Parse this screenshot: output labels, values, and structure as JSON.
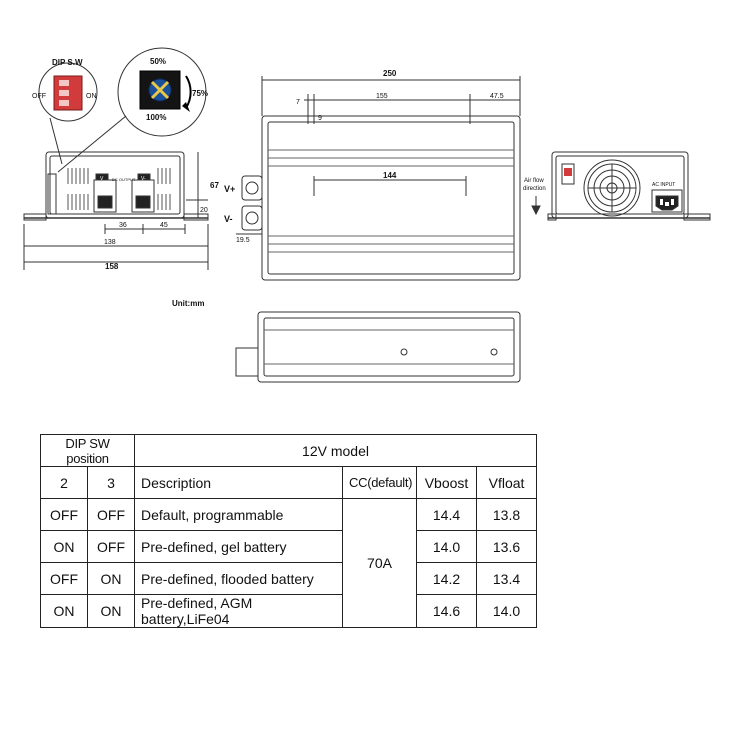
{
  "drawing": {
    "dip_title": "DIP S.W",
    "dip_off": "OFF",
    "dip_on": "ON",
    "knob_50": "50%",
    "knob_75": "75%",
    "knob_100": "100%",
    "dim_250": "250",
    "dim_7": "7",
    "dim_155": "155",
    "dim_475": "47.5",
    "dim_9": "9",
    "dim_144": "144",
    "dim_67": "67",
    "dim_20": "20",
    "dim_36": "36",
    "dim_45": "45",
    "dim_138": "138",
    "dim_158": "158",
    "dim_195": "19.5",
    "vplus": "V+",
    "vminus": "V-",
    "term_v": "V",
    "term_vm": "V-",
    "dc_output": "DC OUTPUT",
    "airflow_1": "Air flow",
    "airflow_2": "direction",
    "ac_input": "AC INPUT",
    "unit": "Unit:mm"
  },
  "table": {
    "dip_header": "DIP SW position",
    "model_header": "12V model",
    "col_2": "2",
    "col_3": "3",
    "col_desc": "Description",
    "col_cc": "CC(default)",
    "col_vboost": "Vboost",
    "col_vfloat": "Vfloat",
    "cc_value": "70A",
    "rows": [
      {
        "sw2": "OFF",
        "sw3": "OFF",
        "desc": "Default, programmable",
        "vboost": "14.4",
        "vfloat": "13.8"
      },
      {
        "sw2": "ON",
        "sw3": "OFF",
        "desc": "Pre-defined, gel battery",
        "vboost": "14.0",
        "vfloat": "13.6"
      },
      {
        "sw2": "OFF",
        "sw3": "ON",
        "desc": "Pre-defined, flooded battery",
        "vboost": "14.2",
        "vfloat": "13.4"
      },
      {
        "sw2": "ON",
        "sw3": "ON",
        "desc": "Pre-defined, AGM battery,LiFe04",
        "vboost": "14.6",
        "vfloat": "14.0"
      }
    ]
  }
}
